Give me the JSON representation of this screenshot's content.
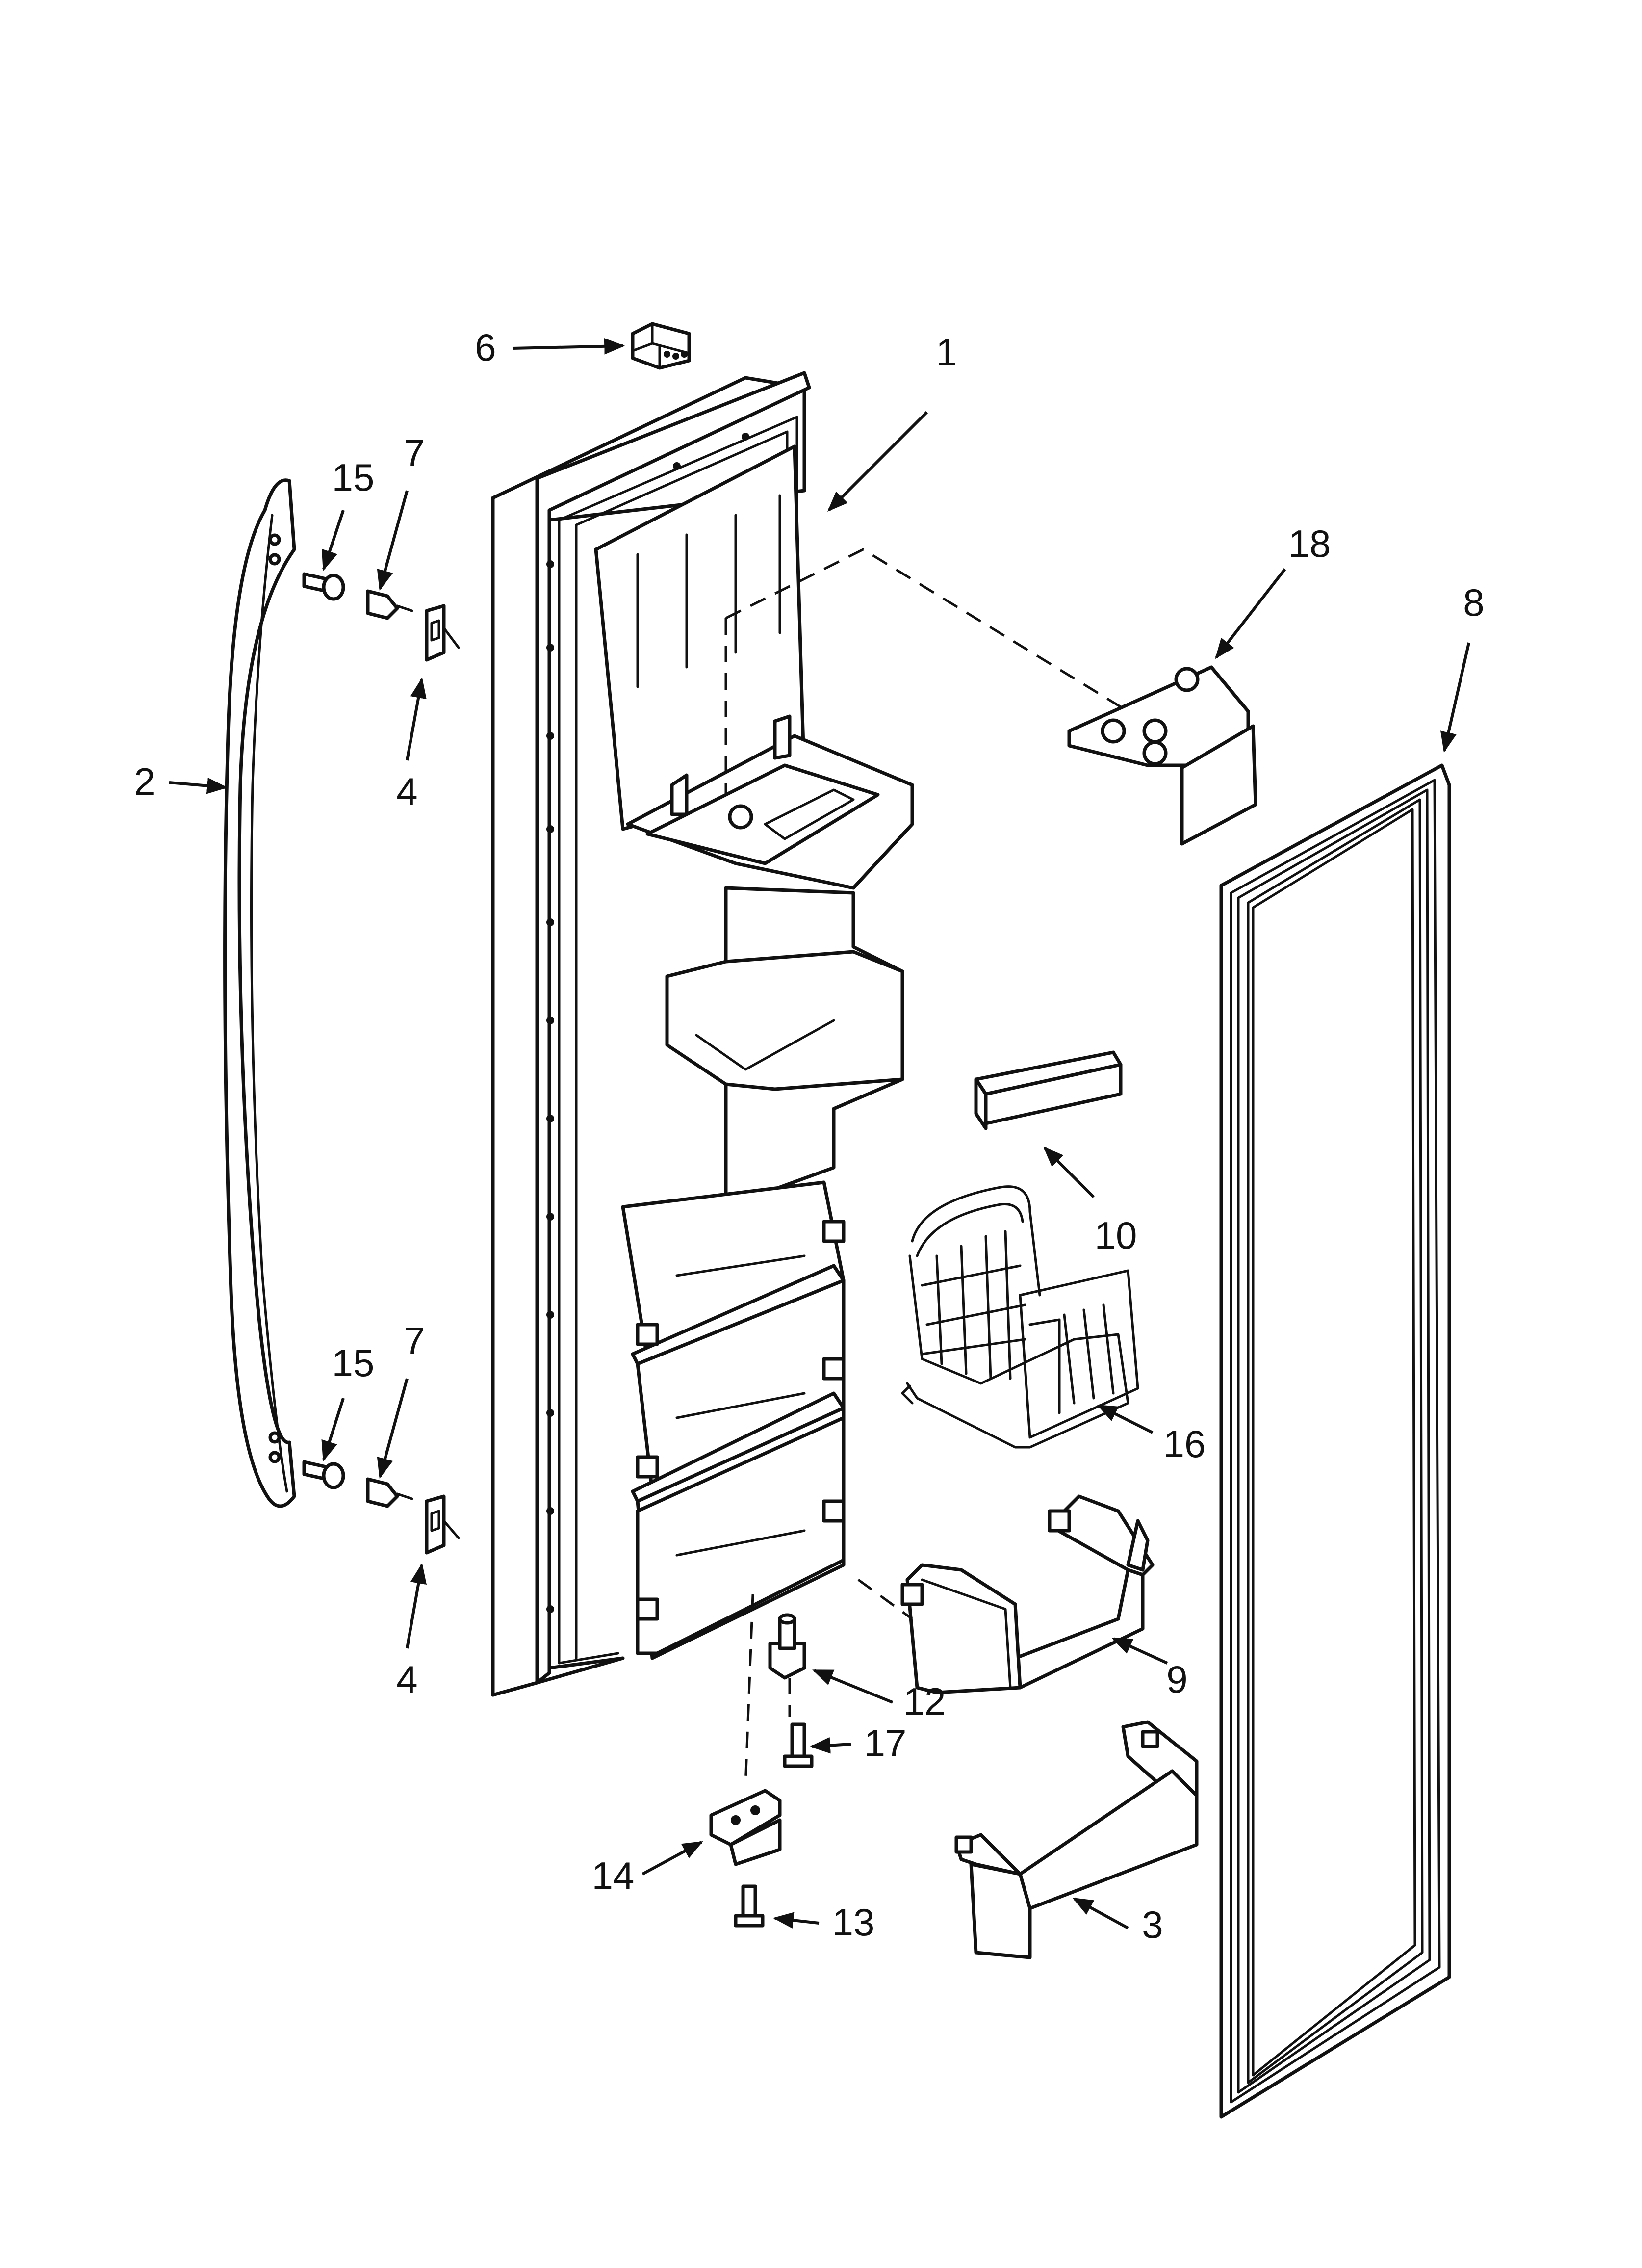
{
  "diagram": {
    "callouts": [
      {
        "id": "c1",
        "text": "1"
      },
      {
        "id": "c2",
        "text": "2"
      },
      {
        "id": "c3",
        "text": "3"
      },
      {
        "id": "c4a",
        "text": "4"
      },
      {
        "id": "c4b",
        "text": "4"
      },
      {
        "id": "c6",
        "text": "6"
      },
      {
        "id": "c7a",
        "text": "7"
      },
      {
        "id": "c7b",
        "text": "7"
      },
      {
        "id": "c8",
        "text": "8"
      },
      {
        "id": "c9",
        "text": "9"
      },
      {
        "id": "c10",
        "text": "10"
      },
      {
        "id": "c12",
        "text": "12"
      },
      {
        "id": "c13",
        "text": "13"
      },
      {
        "id": "c14",
        "text": "14"
      },
      {
        "id": "c15a",
        "text": "15"
      },
      {
        "id": "c15b",
        "text": "15"
      },
      {
        "id": "c16",
        "text": "16"
      },
      {
        "id": "c17",
        "text": "17"
      },
      {
        "id": "c18",
        "text": "18"
      }
    ]
  }
}
